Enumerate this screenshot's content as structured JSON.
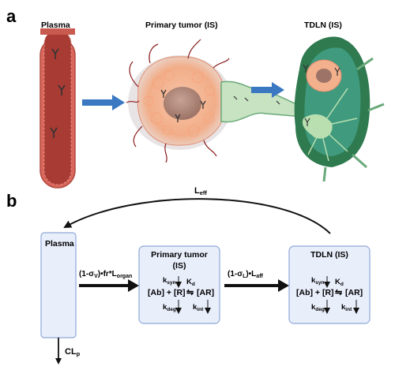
{
  "panel_a": {
    "letter": "a",
    "plasma_label": "Plasma",
    "tumor_label": "Primary tumor (IS)",
    "tdln_label": "TDLN (IS)"
  },
  "panel_b": {
    "letter": "b",
    "l_eff": {
      "main": "L",
      "sub": "eff"
    },
    "plasma": {
      "title": "Plasma"
    },
    "cl_p": {
      "main": "CL",
      "sub": "p"
    },
    "arrow_left": {
      "a": "(1-σ",
      "b": "V",
      "c": ")•fr*L",
      "d": "organ"
    },
    "arrow_right": {
      "a": "(1-σ",
      "b": "L",
      "c": ")•L",
      "d": "aff"
    },
    "tumor": {
      "title1": "Primary tumor",
      "title2": "(IS)"
    },
    "tdln": {
      "title1": "TDLN (IS)"
    },
    "reaction": {
      "k_syn": {
        "main": "k",
        "sub": "syn"
      },
      "k_d": {
        "main": "K",
        "sub": "d"
      },
      "equation_left": "[Ab] + [R]",
      "equilibrium": "⇋",
      "equation_right": "[AR]",
      "k_deg": {
        "main": "k",
        "sub": "deg"
      },
      "k_int": {
        "main": "k",
        "sub": "int"
      }
    }
  },
  "colors": {
    "vessel_outer": "#c94f45",
    "vessel_inner": "#a93a33",
    "flow_arrow": "#3a78c2",
    "tumor": "#f2b08c",
    "tumor_core": "#c9927f",
    "node_dark": "#2f7a4f",
    "node_fill": "#3f9a7e",
    "node_light": "#b9dfb0",
    "compartment_fill": "#e9eefb",
    "compartment_stroke": "#8ea8d8"
  }
}
